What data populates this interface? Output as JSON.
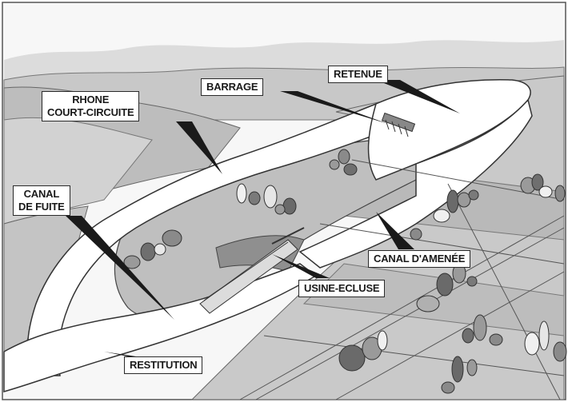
{
  "labels": {
    "retenue": "RETENUE",
    "barrage": "BARRAGE",
    "rhone_line1": "RHONE",
    "rhone_line2": "COURT-CIRCUITE",
    "canal_fuite_line1": "CANAL",
    "canal_fuite_line2": "DE FUITE",
    "canal_amenee": "CANAL D'AMENÉE",
    "usine_ecluse": "USINE-ECLUSE",
    "restitution": "RESTITUTION"
  },
  "colors": {
    "sky": "#f4f4f4",
    "mountains": "#d9d9d9",
    "water": "#ffffff",
    "land_light": "#cfcfcf",
    "land_mid": "#b3b3b3",
    "land_dark": "#8f8f8f",
    "outline": "#2a2a2a"
  }
}
